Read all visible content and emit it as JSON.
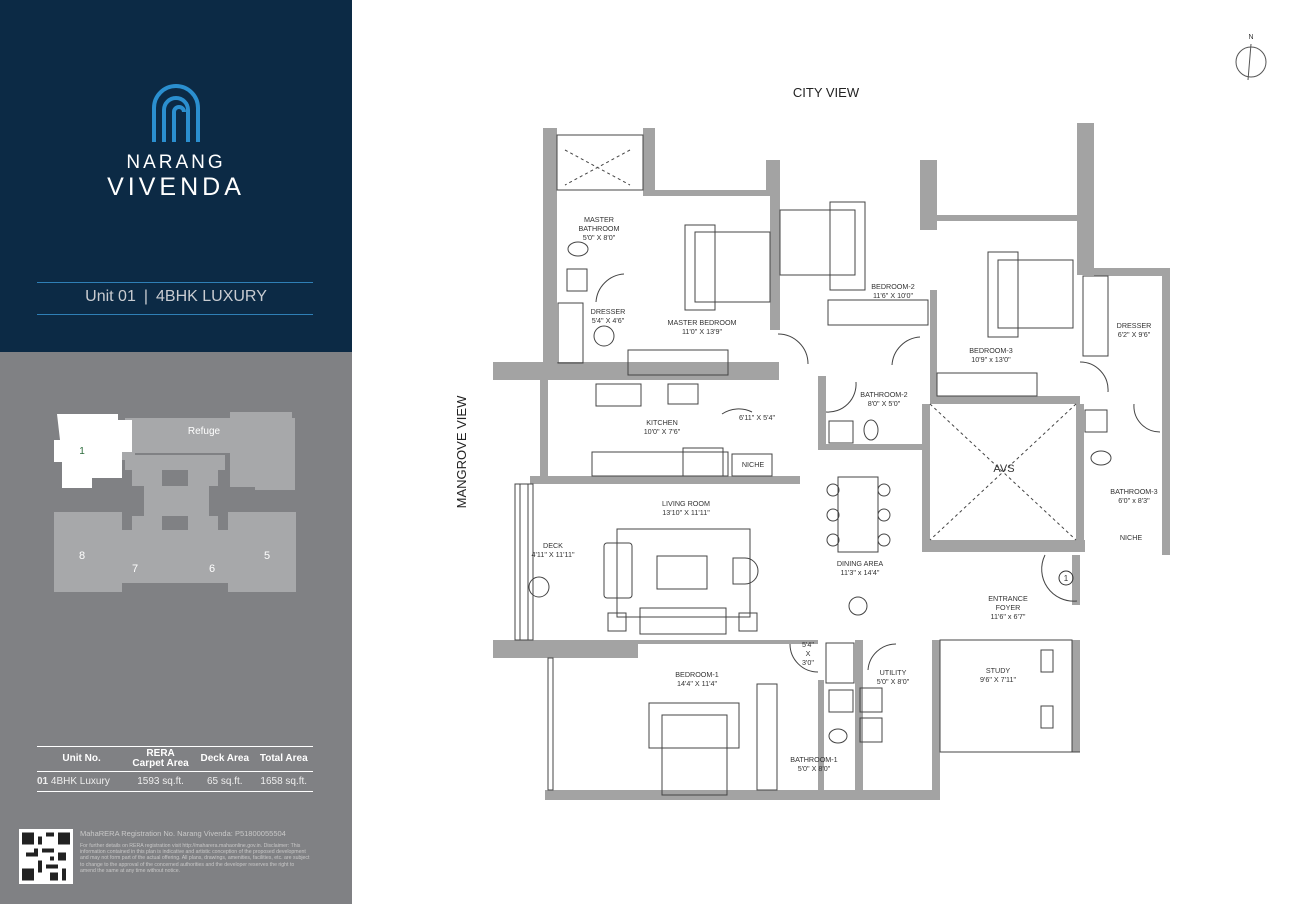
{
  "brand": {
    "line1": "NARANG",
    "line2": "VIVENDA",
    "logo_color": "#2b8fcf",
    "panel_color": "#0c2a45"
  },
  "unit": {
    "number": "Unit 01",
    "separator": "|",
    "type": "4BHK LUXURY"
  },
  "key_plan": {
    "refuge": "Refuge",
    "units": [
      "1",
      "5",
      "6",
      "7",
      "8"
    ],
    "highlighted_unit": "1"
  },
  "area_table": {
    "headers": [
      "Unit No.",
      "RERA Carpet Area",
      "Deck Area",
      "Total Area"
    ],
    "header_rera_line1": "RERA",
    "header_rera_line2": "Carpet Area",
    "rows": [
      {
        "unit_no": "01",
        "unit_type": "4BHK Luxury",
        "carpet": "1593 sq.ft.",
        "deck": "65 sq.ft.",
        "total": "1658 sq.ft."
      }
    ]
  },
  "footer": {
    "registration": "MahaRERA Registration No. Narang Vivenda: P51800055504",
    "disclaimer": "For further details on RERA registration visit http://maharera.mahaonline.gov.in. Disclaimer: This information contained in this plan is indicative and artistic conception of the proposed development and may not form part of the actual offering. All plans, drawings, amenities, facilities, etc. are subject to change to the approval of the concerned authorities and the developer reserves the right to amend the same at any time without notice."
  },
  "plan": {
    "city_view": "CITY VIEW",
    "mangrove_view": "MANGROVE VIEW",
    "north": "N",
    "entrance_marker": "1",
    "rooms": [
      {
        "l1": "MASTER",
        "l2": "BATHROOM",
        "dim": "5'0\" X 8'0\""
      },
      {
        "l1": "DRESSER",
        "dim": "5'4\" X 4'6\""
      },
      {
        "l1": "MASTER BEDROOM",
        "dim": "11'0\" X 13'9\""
      },
      {
        "l1": "BEDROOM-2",
        "dim": "11'6\" X 10'0\""
      },
      {
        "l1": "BEDROOM-3",
        "dim": "10'9\" x 13'0\""
      },
      {
        "l1": "DRESSER",
        "dim": "6'2\" X 9'6\""
      },
      {
        "l1": "BATHROOM-2",
        "dim": "8'0\" X 5'0\""
      },
      {
        "l1": "KITCHEN",
        "dim": "10'0\" X 7'6\""
      },
      {
        "dim": "6'11\" X 5'4\""
      },
      {
        "l1": "NICHE"
      },
      {
        "l1": "AVS"
      },
      {
        "l1": "BATHROOM-3",
        "dim": "6'0\" x 8'3\""
      },
      {
        "l1": "NICHE"
      },
      {
        "l1": "LIVING ROOM",
        "dim": "13'10\" X 11'11\""
      },
      {
        "l1": "DECK",
        "dim": "4'11\" X 11'11\""
      },
      {
        "l1": "DINING AREA",
        "dim": "11'3\" x 14'4\""
      },
      {
        "l1": "ENTRANCE",
        "l2": "FOYER",
        "dim": "11'6\" x 6'7\""
      },
      {
        "l1": "STUDY",
        "dim": "9'6\" X 7'11\""
      },
      {
        "l1": "BEDROOM-1",
        "dim": "14'4\" X 11'4\""
      },
      {
        "l1": "UTILITY",
        "dim": "5'0\" X 8'0\""
      },
      {
        "l1": "5'4\"",
        "l2": "X",
        "dim": "3'0\""
      },
      {
        "l1": "BATHROOM-1",
        "dim": "5'0\" X 8'0\""
      }
    ]
  }
}
